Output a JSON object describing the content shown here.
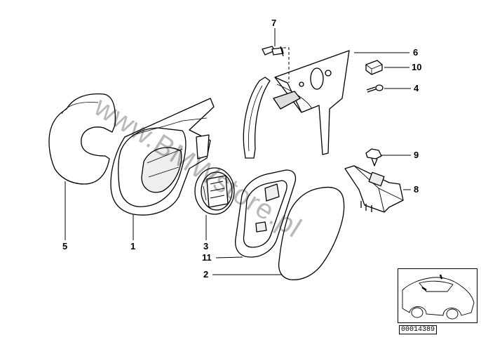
{
  "callouts": {
    "c1": "1",
    "c2": "2",
    "c3": "3",
    "c4": "4",
    "c5": "5",
    "c6": "6",
    "c7": "7",
    "c8": "8",
    "c9": "9",
    "c10": "10",
    "c11": "11"
  },
  "watermark": "www.BMWstore.pl",
  "diagram_number": "00014389",
  "colors": {
    "stroke": "#000000",
    "shade": "#dddddd",
    "background": "#ffffff"
  }
}
